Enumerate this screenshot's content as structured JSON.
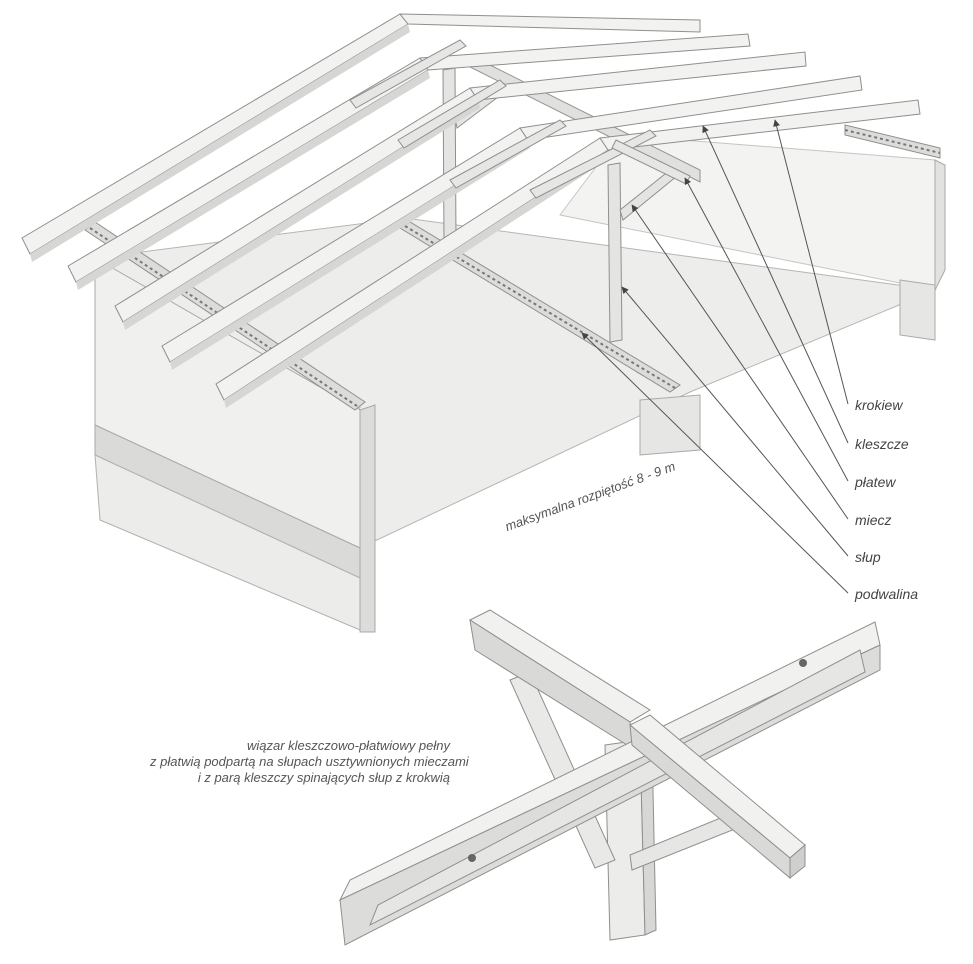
{
  "labels": {
    "krokiew": "krokiew",
    "kleszcze": "kleszcze",
    "platew": "płatew",
    "miecz": "miecz",
    "slup": "słup",
    "podwalina": "podwalina"
  },
  "span_note": "maksymalna rozpiętość 8 - 9 m",
  "caption": {
    "line1": "wiązar kleszczowo-płatwiowy pełny",
    "line2": "z płatwią podpartą na słupach usztywnionych mieczami",
    "line3": "i z parą kleszczy spinających słup z krokwią"
  },
  "colors": {
    "wood_face": "#f1f1ef",
    "wood_side": "#dcdcda",
    "wood_dark": "#c9c9c7",
    "outline": "#9a9a98",
    "floor": "#ebebe9",
    "wall": "#ececea",
    "leader": "#555555"
  }
}
